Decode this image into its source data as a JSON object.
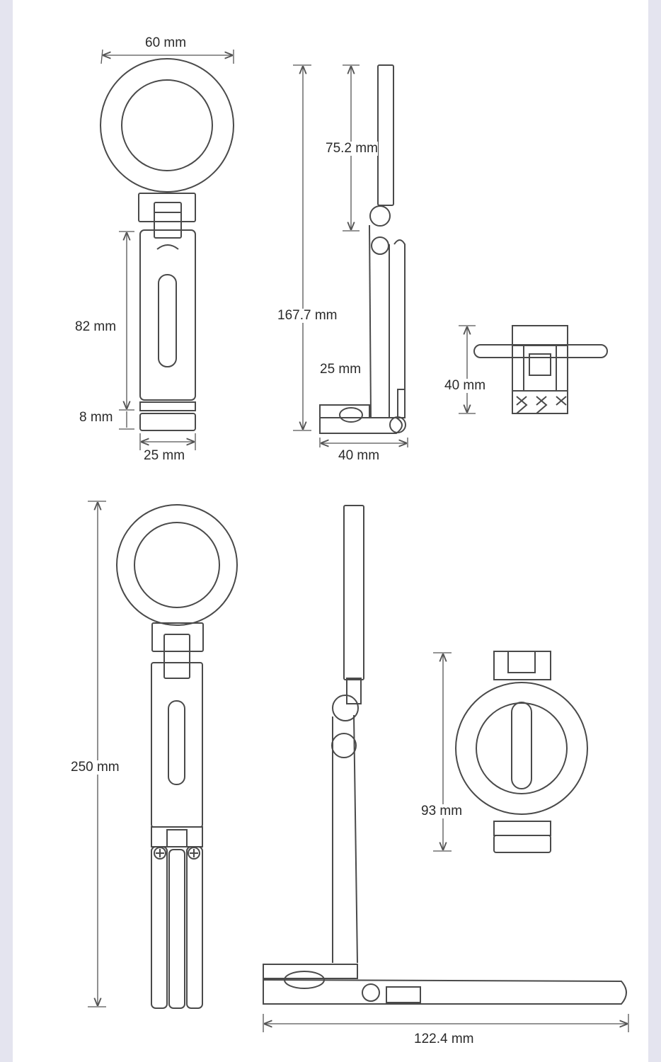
{
  "dimensions": {
    "top_width": "60 mm",
    "top_arm": "75.2 mm",
    "side_height": "167.7 mm",
    "body_height": "82 mm",
    "base_thickness": "8 mm",
    "base_width": "25 mm",
    "hinge_depth": "25 mm",
    "side_depth": "40 mm",
    "top_view_depth": "40 mm",
    "extended_height": "250 mm",
    "folded_height": "93 mm",
    "extended_length": "122.4 mm"
  },
  "colors": {
    "line": "#4a4a4a",
    "dim_line": "#555555",
    "text": "#2a2a2a",
    "edge_bar": "#e4e4ef"
  }
}
